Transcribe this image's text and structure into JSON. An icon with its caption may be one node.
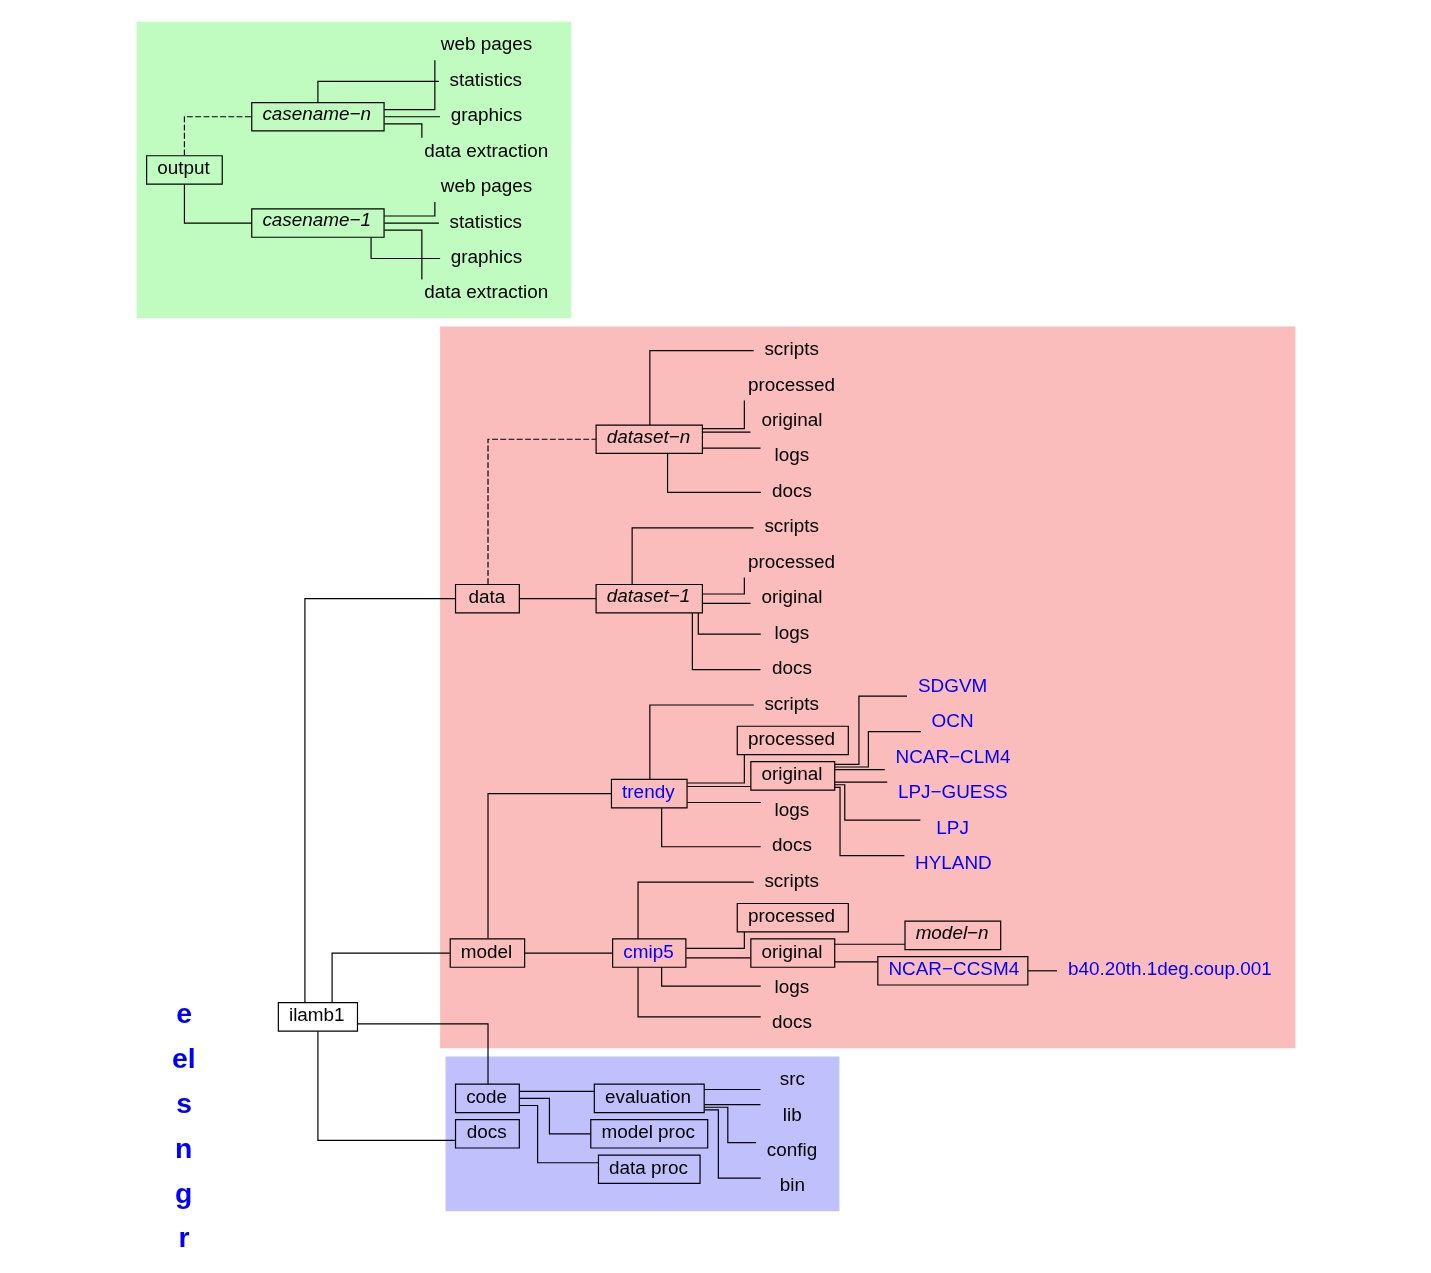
{
  "diagram": {
    "nodes": [
      {
        "text": [
          "ilamb1"
        ]
      },
      {
        "text": [],
        "shape": "box"
      },
      {
        "text": [
          "data"
        ],
        "in": 1
      },
      {
        "text": [
          "dataset−1"
        ],
        "in": 1
      },
      {
        "text": [
          "docs"
        ],
        "in": 1
      },
      {
        "text": [
          "logs"
        ],
        "in": 1
      },
      {
        "text": [
          "original"
        ],
        "in": 1
      },
      {
        "text": [
          "processed"
        ],
        "in": 1
      },
      {
        "text": [
          "scripts"
        ],
        "in": 1
      },
      {
        "text": [
          "dataset−n"
        ],
        "in": 1
      },
      {
        "text": [
          "docs"
        ],
        "in": 1
      },
      {
        "text": [
          "logs"
        ],
        "in": 1
      },
      {
        "text": [
          "original"
        ],
        "in": 1
      },
      {
        "text": [
          "processed"
        ],
        "in": 1
      },
      {
        "text": [
          "scripts"
        ],
        "in": 1
      },
      {
        "text": [
          "model"
        ],
        "in": 1
      },
      {
        "text": [
          "cmip5"
        ],
        "in": 1
      },
      {
        "text": [
          "docs"
        ],
        "in": 1
      },
      {
        "text": [
          "logs"
        ],
        "in": 1
      },
      {
        "text": [
          "original"
        ],
        "in": 1
      },
      {
        "text": [
          "NCAR−CCSM4"
        ],
        "in": 1
      },
      {
        "text": [
          "b40.20th.1deg.coup.001"
        ],
        "in": 1
      },
      {
        "text": [
          "model−n"
        ],
        "in": 1
      },
      {
        "text": [
          "processed"
        ],
        "in": 1
      },
      {
        "text": [
          "scripts"
        ],
        "in": 1
      },
      {
        "text": [
          "trendy"
        ],
        "in": 1
      },
      {
        "text": [
          "docs"
        ],
        "in": 1
      },
      {
        "text": [
          "logs"
        ],
        "in": 1
      },
      {
        "text": [
          "original"
        ],
        "in": 1
      },
      {
        "text": [
          "HYLAND"
        ],
        "in": 1
      },
      {
        "text": [
          "LPJ"
        ],
        "in": 1
      },
      {
        "text": [
          "LPJ−GUESS"
        ],
        "in": 1
      },
      {
        "text": [
          "NCAR−CLM4"
        ],
        "in": 1
      },
      {
        "text": [
          "OCN"
        ],
        "in": 1
      },
      {
        "text": [
          "SDGVM"
        ],
        "in": 1
      },
      {
        "text": [
          "processed"
        ],
        "in": 1
      },
      {
        "text": [
          "scripts"
        ],
        "in": 1
      },
      {
        "text": [],
        "shape": "box"
      },
      {
        "text": [
          "code"
        ],
        "in": 37
      },
      {
        "text": [
          "data proc"
        ],
        "in": 37
      },
      {
        "text": [
          "model proc"
        ],
        "in": 37
      },
      {
        "text": [
          "evaluation"
        ],
        "in": 37
      },
      {
        "text": [
          "bin"
        ],
        "in": 37
      },
      {
        "text": [
          "config"
        ],
        "in": 37
      },
      {
        "text": [
          "lib"
        ],
        "in": 37
      },
      {
        "text": [
          "src"
        ],
        "in": 37
      },
      {
        "text": [
          "docs"
        ],
        "in": 37
      },
      {
        "text": [],
        "shape": "box"
      },
      {
        "text": [
          "output"
        ],
        "in": 47
      },
      {
        "text": [
          "casename−1"
        ],
        "in": 47
      },
      {
        "text": [
          "data extraction"
        ],
        "in": 47
      },
      {
        "text": [
          "graphics"
        ],
        "in": 47
      },
      {
        "text": [
          "statistics"
        ],
        "in": 47
      },
      {
        "text": [
          "web pages"
        ],
        "in": 47
      },
      {
        "text": [
          "casename−n"
        ],
        "in": 47
      },
      {
        "text": [
          "data extraction"
        ],
        "in": 47
      },
      {
        "text": [
          "graphics"
        ],
        "in": 47
      },
      {
        "text": [
          "statistics"
        ],
        "in": 47
      },
      {
        "text": [
          "web pages"
        ],
        "in": 47
      }
    ],
    "edges": [
      {
        "from": 0,
        "to": 2,
        "arrow": "none"
      },
      {
        "from": 0,
        "to": 15,
        "arrow": "none"
      },
      {
        "from": 0,
        "to": 38,
        "arrow": "none"
      },
      {
        "from": 0,
        "to": 46,
        "arrow": "none"
      },
      {
        "from": 2,
        "to": 3,
        "arrow": "none"
      },
      {
        "from": 3,
        "to": 4,
        "arrow": "none"
      },
      {
        "from": 3,
        "to": 5,
        "arrow": "none"
      },
      {
        "from": 3,
        "to": 6,
        "arrow": "none"
      },
      {
        "from": 3,
        "to": 7,
        "arrow": "none"
      },
      {
        "from": 3,
        "to": 8,
        "arrow": "none"
      },
      {
        "from": 2,
        "to": 9,
        "arrow": "none",
        "style": "dashed"
      },
      {
        "from": 9,
        "to": 10,
        "arrow": "none"
      },
      {
        "from": 9,
        "to": 11,
        "arrow": "none"
      },
      {
        "from": 9,
        "to": 12,
        "arrow": "none"
      },
      {
        "from": 9,
        "to": 13,
        "arrow": "none"
      },
      {
        "from": 9,
        "to": 14,
        "arrow": "none"
      },
      {
        "from": 15,
        "to": 16,
        "arrow": "none"
      },
      {
        "from": 16,
        "to": 17,
        "arrow": "none"
      },
      {
        "from": 16,
        "to": 18,
        "arrow": "none"
      },
      {
        "from": 16,
        "to": 19,
        "arrow": "none"
      },
      {
        "from": 19,
        "to": 20,
        "arrow": "none"
      },
      {
        "from": 20,
        "to": 21,
        "arrow": "none"
      },
      {
        "from": 19,
        "to": 22,
        "arrow": "none"
      },
      {
        "from": 16,
        "to": 23,
        "arrow": "none"
      },
      {
        "from": 16,
        "to": 24,
        "arrow": "none"
      },
      {
        "from": 15,
        "to": 25,
        "arrow": "none"
      },
      {
        "from": 25,
        "to": 26,
        "arrow": "none"
      },
      {
        "from": 25,
        "to": 27,
        "arrow": "none"
      },
      {
        "from": 25,
        "to": 28,
        "arrow": "none"
      },
      {
        "from": 28,
        "to": 29,
        "arrow": "none"
      },
      {
        "from": 28,
        "to": 30,
        "arrow": "none"
      },
      {
        "from": 28,
        "to": 31,
        "arrow": "none"
      },
      {
        "from": 28,
        "to": 32,
        "arrow": "none"
      },
      {
        "from": 28,
        "to": 33,
        "arrow": "none"
      },
      {
        "from": 28,
        "to": 34,
        "arrow": "none"
      },
      {
        "from": 25,
        "to": 35,
        "arrow": "none"
      },
      {
        "from": 25,
        "to": 36,
        "arrow": "none"
      },
      {
        "from": 38,
        "to": 39,
        "arrow": "none"
      },
      {
        "from": 38,
        "to": 40,
        "arrow": "none"
      },
      {
        "from": 38,
        "to": 41,
        "arrow": "none"
      },
      {
        "from": 41,
        "to": 42,
        "arrow": "none"
      },
      {
        "from": 41,
        "to": 43,
        "arrow": "none"
      },
      {
        "from": 41,
        "to": 44,
        "arrow": "none"
      },
      {
        "from": 41,
        "to": 45,
        "arrow": "none"
      },
      {
        "from": 48,
        "to": 49,
        "arrow": "none"
      },
      {
        "from": 49,
        "to": 50,
        "arrow": "none"
      },
      {
        "from": 49,
        "to": 51,
        "arrow": "none"
      },
      {
        "from": 49,
        "to": 52,
        "arrow": "none"
      },
      {
        "from": 49,
        "to": 53,
        "arrow": "none"
      },
      {
        "from": 48,
        "to": 54,
        "arrow": "none",
        "style": "dashed"
      },
      {
        "from": 54,
        "to": 55,
        "arrow": "none"
      },
      {
        "from": 54,
        "to": 56,
        "arrow": "none"
      },
      {
        "from": 54,
        "to": 57,
        "arrow": "none"
      },
      {
        "from": 54,
        "to": 58,
        "arrow": "none"
      }
    ],
    "labels": [
      "e",
      "el",
      "s",
      "n",
      "g",
      "r"
    ]
  }
}
